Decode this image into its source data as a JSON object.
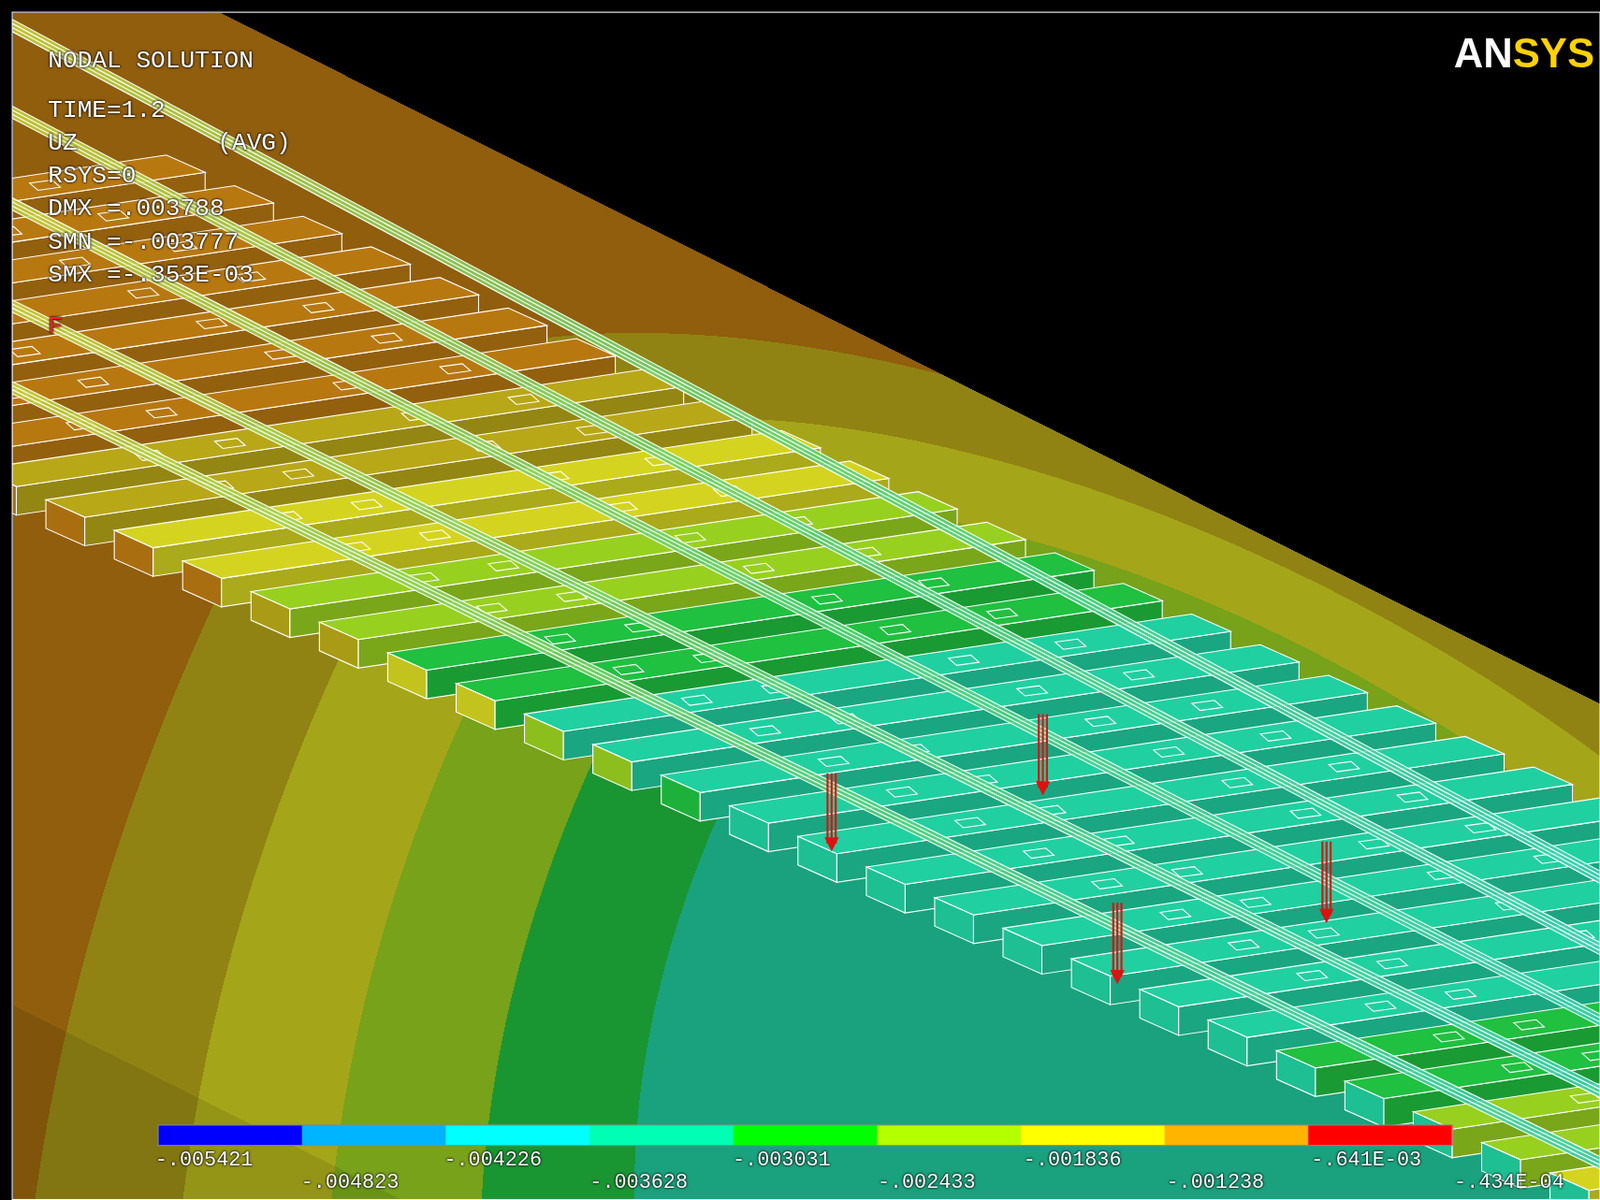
{
  "diagram": {
    "labels": [
      "ANSYS",
      "NODAL SOLUTION",
      "TIME=1.2",
      "UZ",
      "(AVG)",
      "RSYS=0",
      "DMX =.003788",
      "SMN =-.003777",
      "SMX =-.353E-03",
      "F",
      "-.005421",
      "-.004823",
      "-.004226",
      "-.003628",
      "-.003031",
      "-.002433",
      "-.001836",
      "-.001238",
      "-.641E-03",
      "-.434E-04"
    ]
  }
}
